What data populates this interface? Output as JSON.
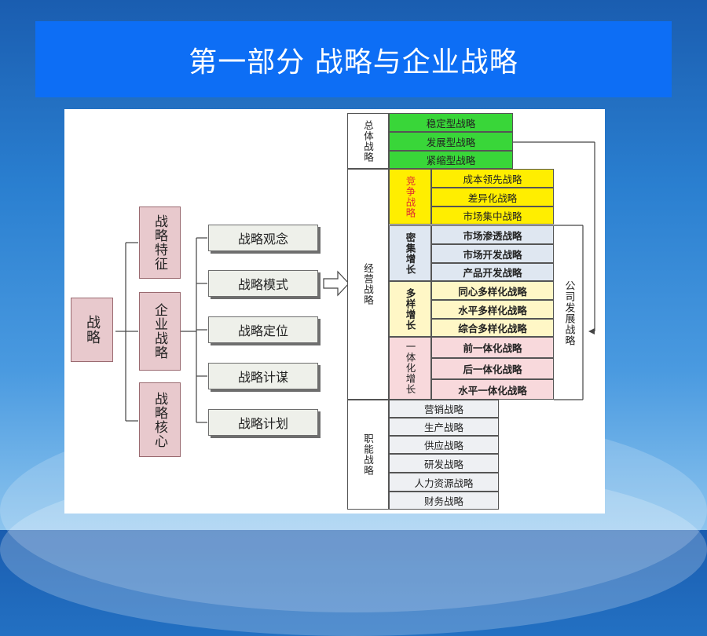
{
  "title": "第一部分 战略与企业战略",
  "root": "战略",
  "branches": [
    "战略特征",
    "企业战略",
    "战略核心"
  ],
  "modes": [
    "战略观念",
    "战略模式",
    "战略定位",
    "战略计谋",
    "战略计划"
  ],
  "groups": {
    "overall": "总体战略",
    "business": "经营战略",
    "functional": "职能战略"
  },
  "overall": [
    "稳定型战略",
    "发展型战略",
    "紧缩型战略"
  ],
  "competition": {
    "label": "竞争战略",
    "items": [
      "成本领先战略",
      "差异化战略",
      "市场集中战略"
    ]
  },
  "intensive": {
    "label": "密集增长",
    "items": [
      "市场渗透战略",
      "市场开发战略",
      "产品开发战略"
    ]
  },
  "diversified": {
    "label": "多样增长",
    "items": [
      "同心多样化战略",
      "水平多样化战略",
      "综合多样化战略"
    ]
  },
  "integrated": {
    "label": "一体化增长",
    "items": [
      "前一体化战略",
      "后一体化战略",
      "水平一体化战略"
    ]
  },
  "functional": [
    "营销战略",
    "生产战略",
    "供应战略",
    "研发战略",
    "人力资源战略",
    "财务战略"
  ],
  "side_label": "公司发展战略"
}
